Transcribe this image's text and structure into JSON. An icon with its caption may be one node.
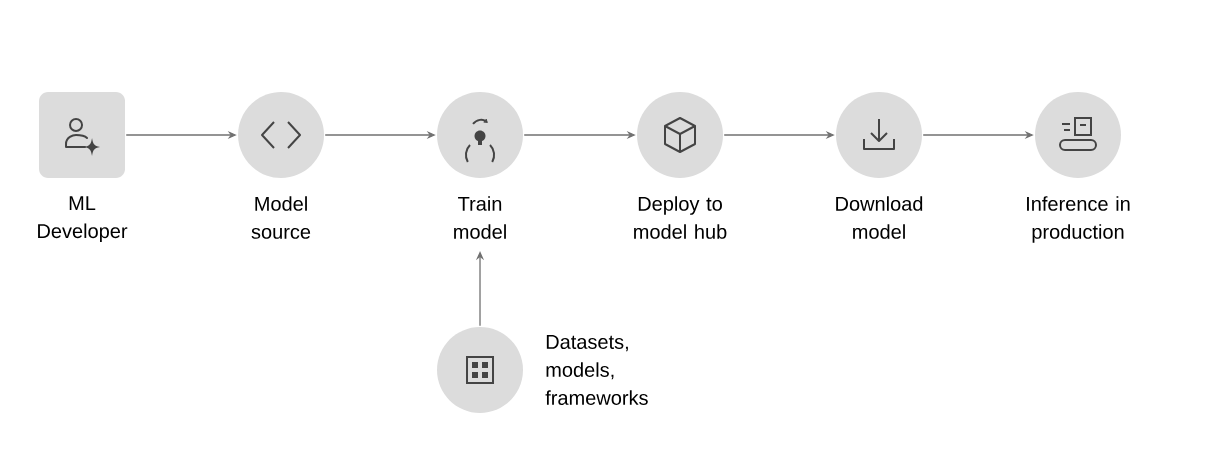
{
  "diagram": {
    "nodes": [
      {
        "text": [
          "ML Developer"
        ]
      },
      {
        "text": [
          "Model source"
        ]
      },
      {
        "text": [
          "Train model"
        ]
      },
      {
        "text": [
          "Deploy to model hub"
        ]
      },
      {
        "text": [
          "Download model"
        ]
      },
      {
        "text": [
          "Inference in production"
        ]
      },
      {
        "text": [
          "Datasets, models, frameworks"
        ]
      }
    ],
    "edges": [
      {
        "from": 0,
        "to": 1,
        "arrow": "to"
      },
      {
        "from": 1,
        "to": 2,
        "arrow": "to"
      },
      {
        "from": 2,
        "to": 3,
        "arrow": "to"
      },
      {
        "from": 3,
        "to": 4,
        "arrow": "to"
      },
      {
        "from": 4,
        "to": 5,
        "arrow": "to"
      },
      {
        "from": 6,
        "to": 2,
        "arrow": "to"
      }
    ]
  }
}
